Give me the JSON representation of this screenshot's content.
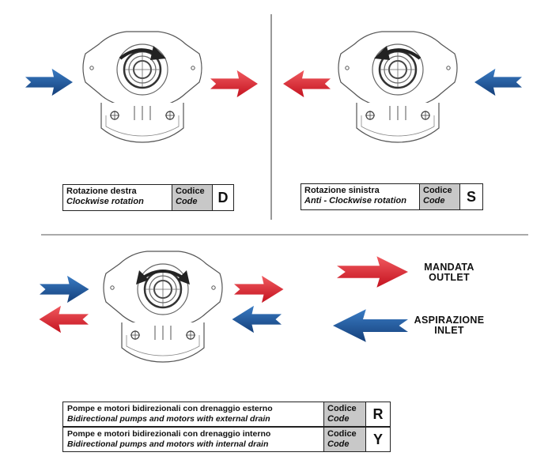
{
  "clockwise": {
    "label_it": "Rotazione destra",
    "label_en": "Clockwise rotation",
    "code_it": "Codice",
    "code_en": "Code",
    "letter": "D"
  },
  "anticlockwise": {
    "label_it": "Rotazione sinistra",
    "label_en": "Anti - Clockwise rotation",
    "code_it": "Codice",
    "code_en": "Code",
    "letter": "S"
  },
  "legend": {
    "outlet_it": "MANDATA",
    "outlet_en": "OUTLET",
    "inlet_it": "ASPIRAZIONE",
    "inlet_en": "INLET"
  },
  "bidirectional": [
    {
      "label_it": "Pompe e motori bidirezionali con drenaggio esterno",
      "label_en": "Bidirectional pumps and motors with external drain",
      "code_it": "Codice",
      "code_en": "Code",
      "letter": "R"
    },
    {
      "label_it": "Pompe e motori bidirezionali con drenaggio interno",
      "label_en": "Bidirectional pumps and motors with internal drain",
      "code_it": "Codice",
      "code_en": "Code",
      "letter": "Y"
    }
  ],
  "colors": {
    "outlet": "#e02a36",
    "inlet": "#1f5fa8"
  }
}
